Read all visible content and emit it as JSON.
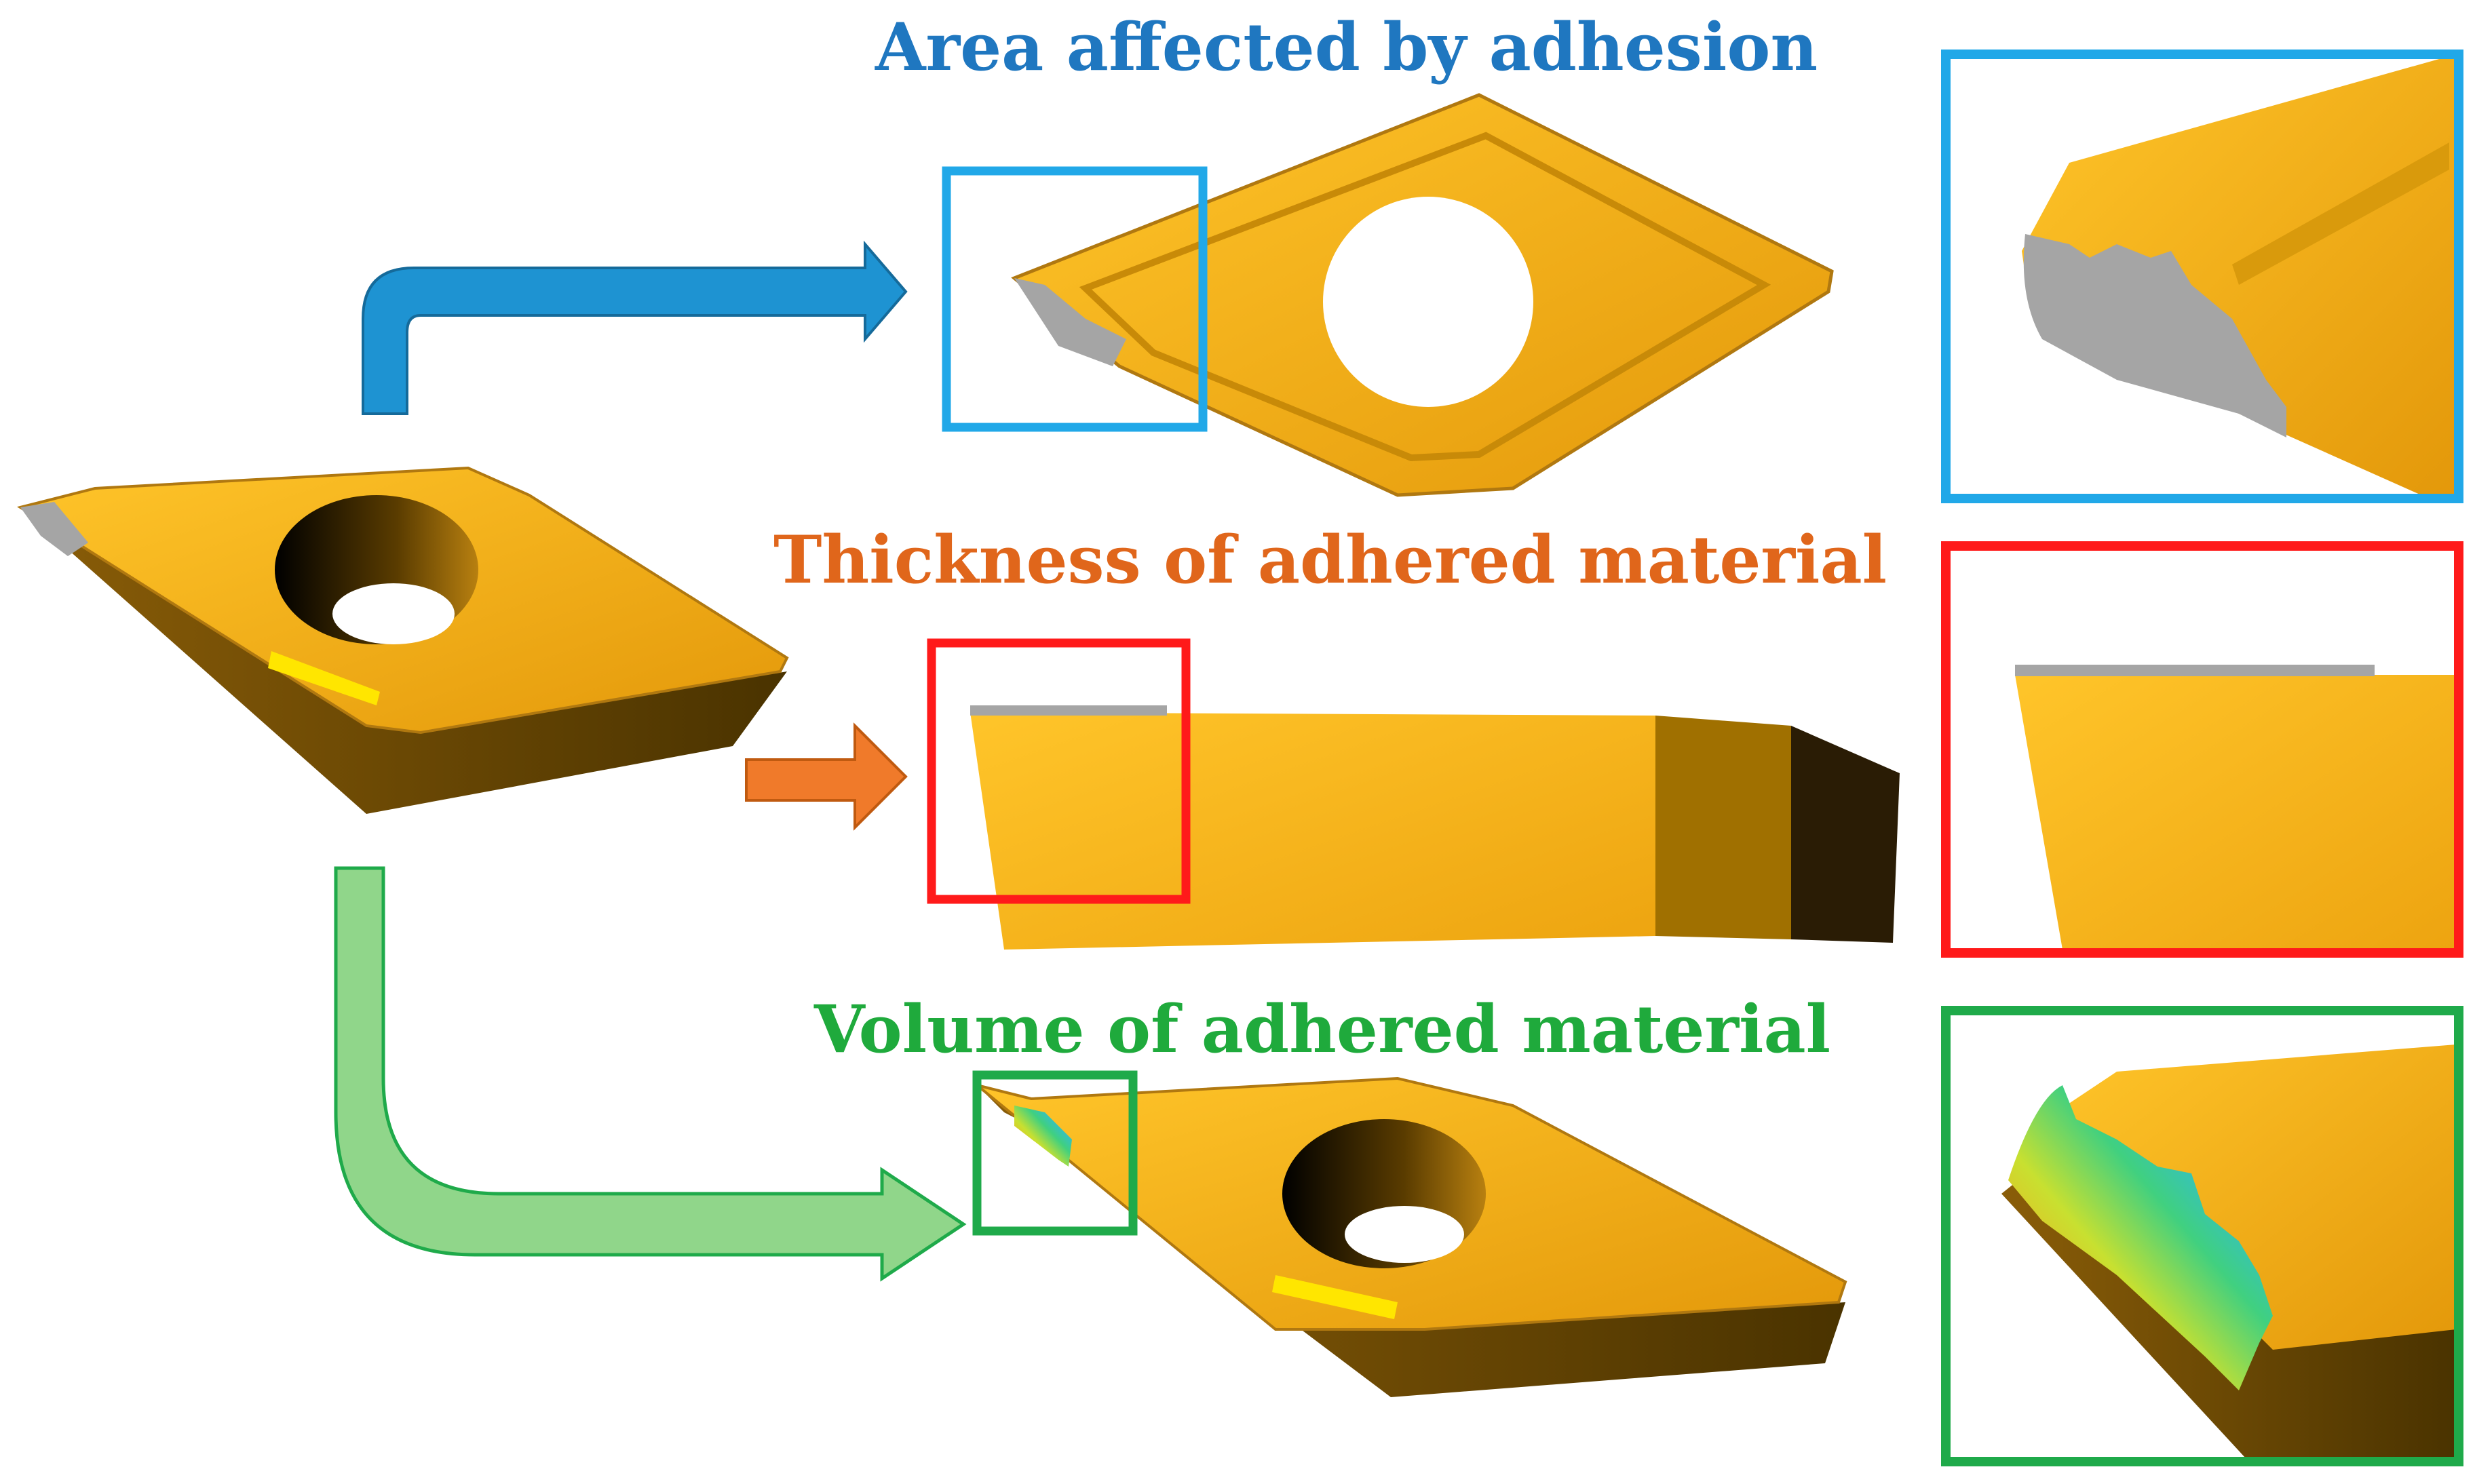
{
  "labels": {
    "area": "Area affected by adhesion",
    "thickness": "Thickness of adhered material",
    "volume": "Volume of adhered material"
  },
  "colors": {
    "area": "#1f77c0",
    "thickness": "#e0661b",
    "volume": "#1faa3c",
    "box_area": "#21a8e8",
    "box_thickness": "#ff1a1a",
    "box_volume": "#1faa4a",
    "arrow_area": "#1e93d2",
    "arrow_thickness": "#f07a2a",
    "arrow_volume": "#90d68a",
    "insert_top": "#f3ad18",
    "insert_side": "#7a5200",
    "adhered": "#a0a0a0"
  }
}
